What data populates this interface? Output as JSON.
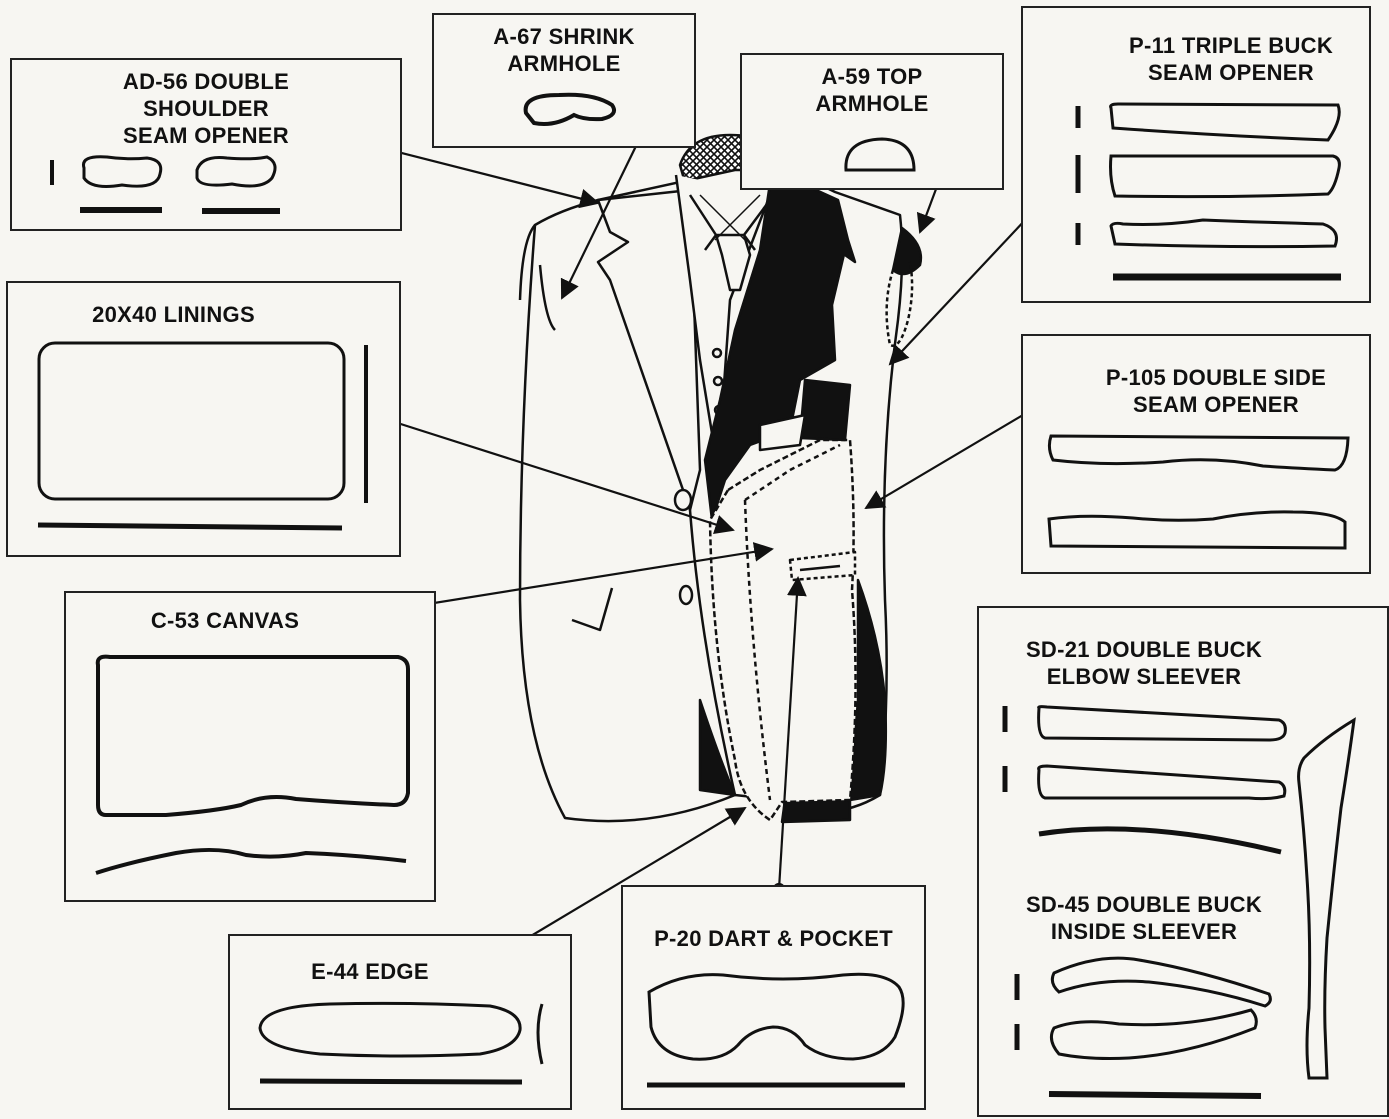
{
  "diagram": {
    "labels": {
      "ad56": [
        "AD-56 DOUBLE",
        "SHOULDER",
        "SEAM OPENER"
      ],
      "a67": [
        "A-67 SHRINK",
        "ARMHOLE"
      ],
      "a59": [
        "A-59 TOP",
        "ARMHOLE"
      ],
      "p11": [
        "P-11 TRIPLE BUCK",
        "SEAM OPENER"
      ],
      "linings": [
        "20x40 LININGS"
      ],
      "p105": [
        "P-105 DOUBLE SIDE",
        "SEAM OPENER"
      ],
      "c53": [
        "C-53 CANVAS"
      ],
      "sd21": [
        "SD-21 DOUBLE BUCK",
        "ELBOW SLEEVER"
      ],
      "sd45": [
        "SD-45 DOUBLE BUCK",
        "INSIDE SLEEVER"
      ],
      "e44": [
        "E-44 EDGE"
      ],
      "p20": [
        "P-20 DART & POCKET"
      ]
    },
    "colors": {
      "ink": "#111111",
      "paper": "#f7f6f2"
    }
  }
}
